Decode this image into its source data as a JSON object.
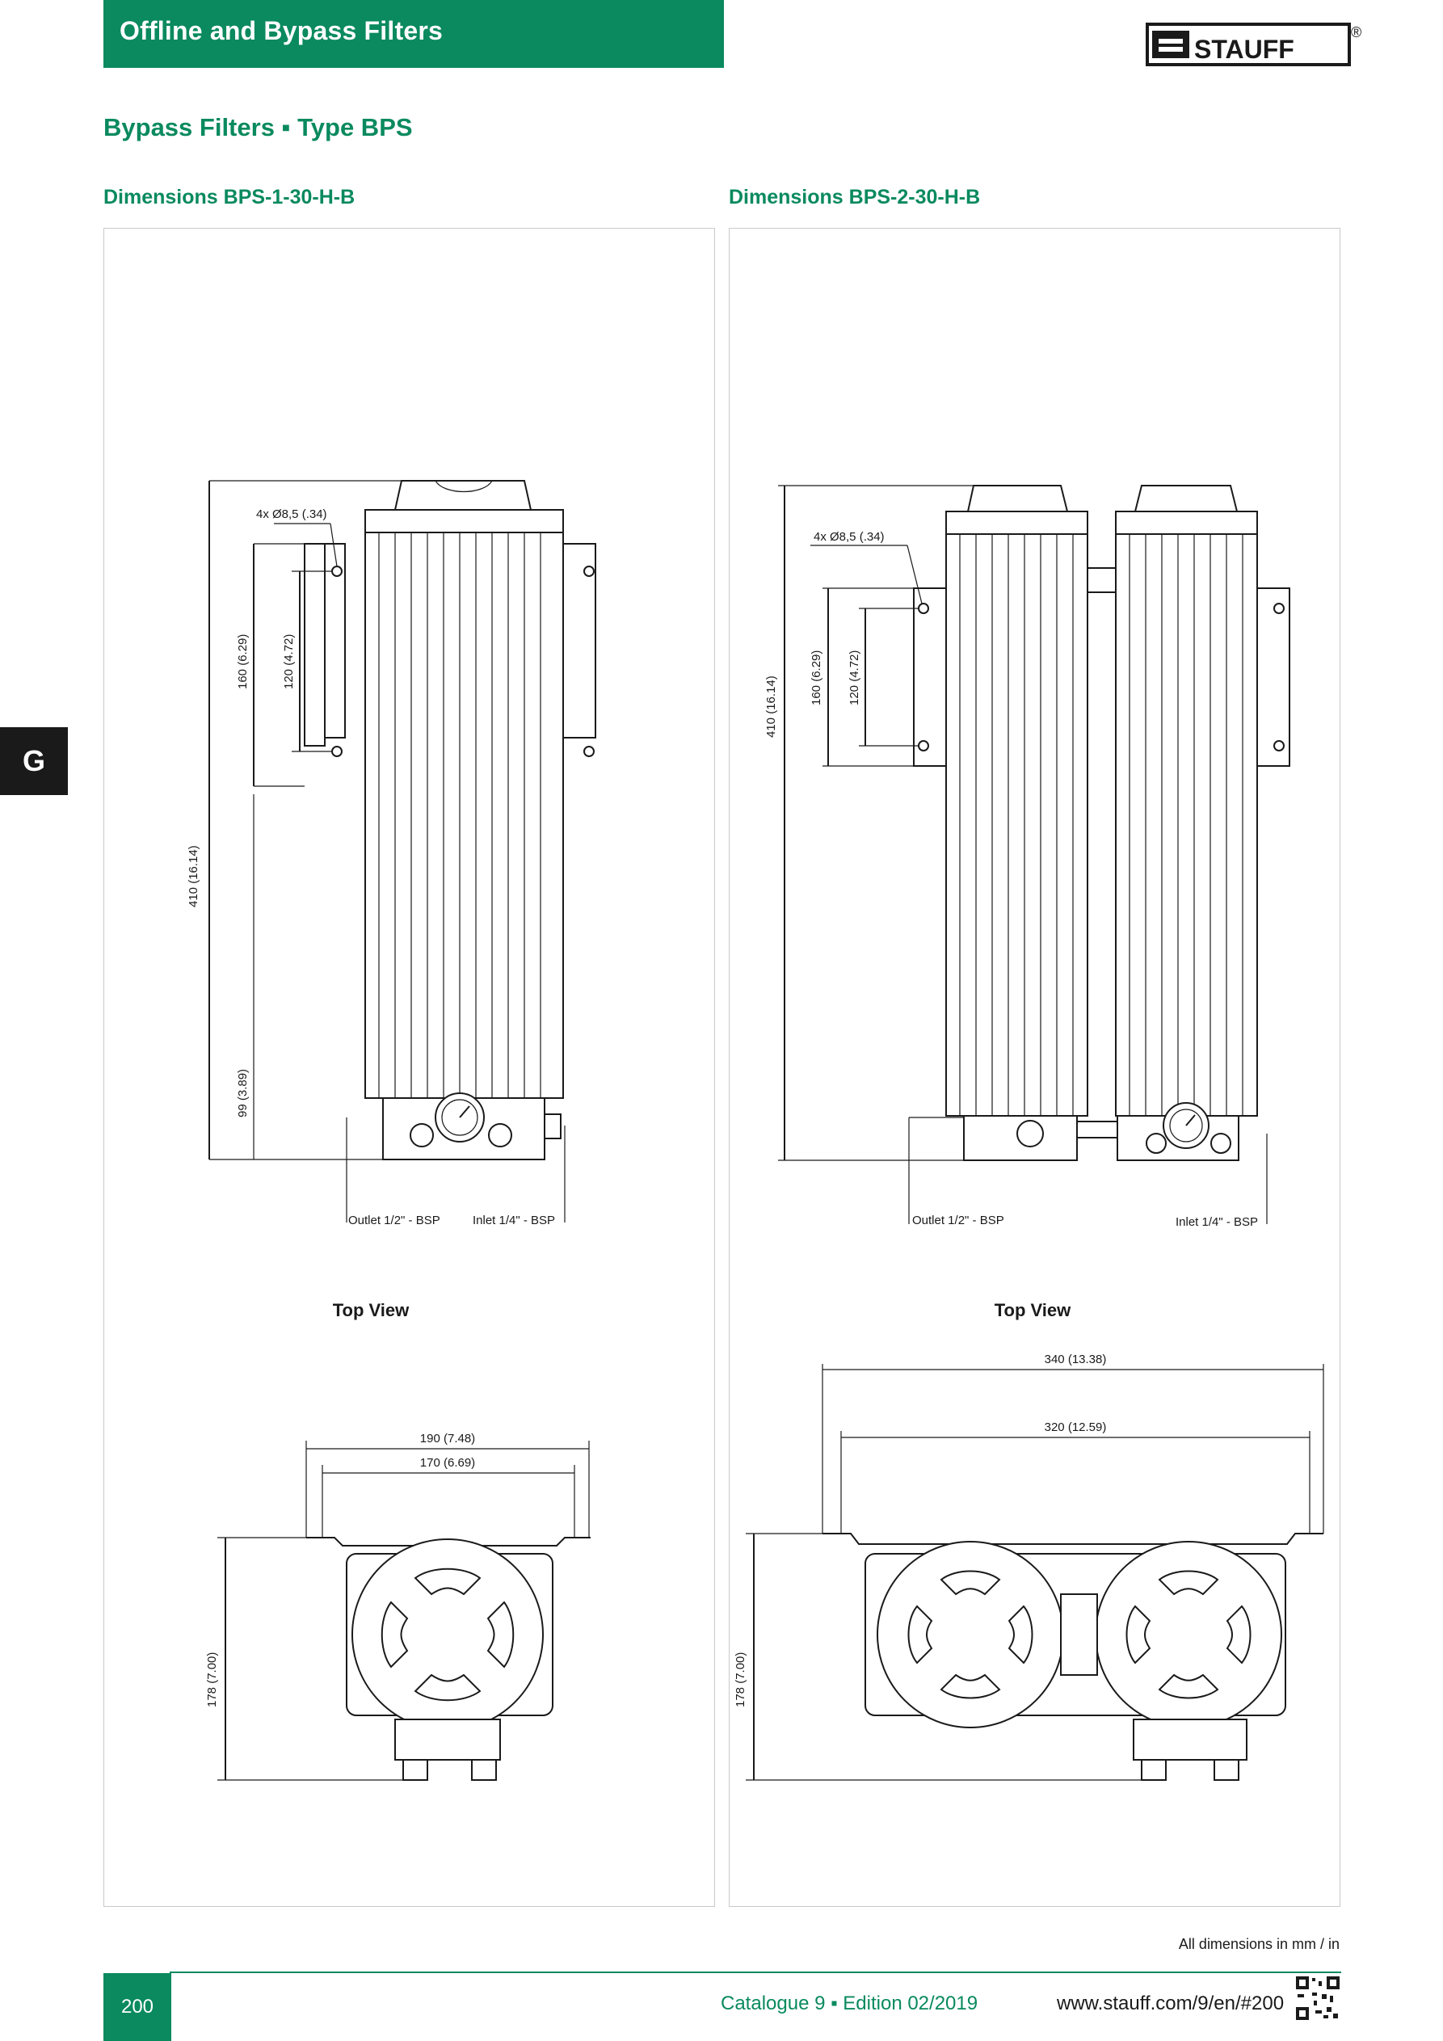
{
  "header": {
    "title": "Offline and Bypass Filters"
  },
  "logo": {
    "text": "STAUFF",
    "reg": "®"
  },
  "section": {
    "title": "Bypass Filters ▪ Type BPS"
  },
  "side_tab": {
    "letter": "G"
  },
  "left": {
    "title": "Dimensions BPS-1-30-H-B",
    "dims": {
      "holes": "4x Ø8,5 (.34)",
      "h410": "410 (16.14)",
      "h160": "160 (6.29)",
      "h120": "120 (4.72)",
      "h99": "99 (3.89)",
      "outlet": "Outlet 1/2\" - BSP",
      "inlet": "Inlet 1/4\" - BSP",
      "top_view": "Top View",
      "w190": "190 (7.48)",
      "w170": "170 (6.69)",
      "d178": "178 (7.00)"
    }
  },
  "right": {
    "title": "Dimensions BPS-2-30-H-B",
    "dims": {
      "holes": "4x Ø8,5 (.34)",
      "h410": "410 (16.14)",
      "h160": "160 (6.29)",
      "h120": "120 (4.72)",
      "outlet": "Outlet 1/2\" - BSP",
      "inlet": "Inlet 1/4\" - BSP",
      "top_view": "Top View",
      "w340": "340 (13.38)",
      "w320": "320 (12.59)",
      "d178": "178 (7.00)"
    }
  },
  "footer": {
    "note": "All dimensions in mm / in",
    "page": "200",
    "catalogue": "Catalogue 9 ▪ Edition 02/2019",
    "site": "www.stauff.com/9/en/#200"
  }
}
